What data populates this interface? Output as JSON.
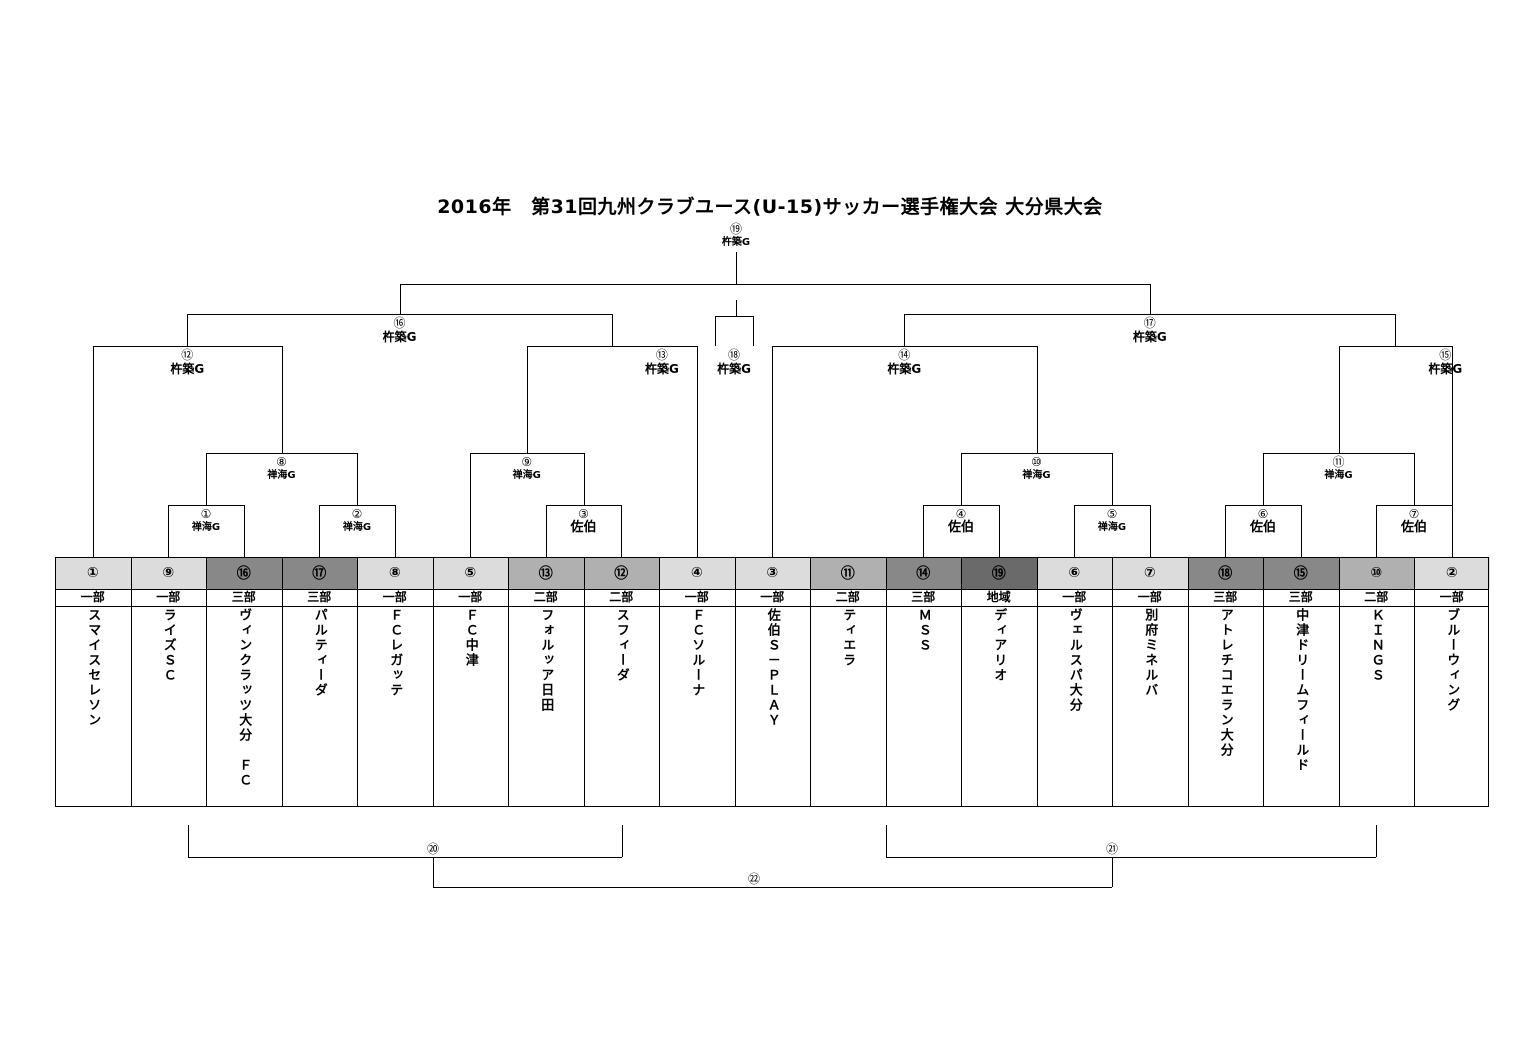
{
  "title": "2016年　第31回九州クラブユース(U-15)サッカー選手権大会 大分県大会",
  "teams": [
    {
      "seed": "①",
      "division": "一部",
      "name": "スマイスセレソン",
      "shade": "s1"
    },
    {
      "seed": "⑨",
      "division": "一部",
      "name": "ライズＳＣ",
      "shade": "s1"
    },
    {
      "seed": "⑯",
      "division": "三部",
      "name": "ヴィンクラッツ大分　ＦＣ",
      "shade": "s3"
    },
    {
      "seed": "⑰",
      "division": "三部",
      "name": "パルティーダ",
      "shade": "s3"
    },
    {
      "seed": "⑧",
      "division": "一部",
      "name": "ＦＣレガッテ",
      "shade": "s1"
    },
    {
      "seed": "⑤",
      "division": "一部",
      "name": "ＦＣ中津",
      "shade": "s1"
    },
    {
      "seed": "⑬",
      "division": "二部",
      "name": "フォルッア日田",
      "shade": "s2"
    },
    {
      "seed": "⑫",
      "division": "二部",
      "name": "スフィーダ",
      "shade": "s2"
    },
    {
      "seed": "④",
      "division": "一部",
      "name": "ＦＣソルーナ",
      "shade": "s1"
    },
    {
      "seed": "③",
      "division": "一部",
      "name": "佐伯Ｓ－ＰＬＡＹ",
      "shade": "s1"
    },
    {
      "seed": "⑪",
      "division": "二部",
      "name": "ティエラ",
      "shade": "s2"
    },
    {
      "seed": "⑭",
      "division": "三部",
      "name": "ＭＳＳ",
      "shade": "s3"
    },
    {
      "seed": "⑲",
      "division": "地域",
      "name": "ディアリオ",
      "shade": "s4"
    },
    {
      "seed": "⑥",
      "division": "一部",
      "name": "ヴェルスパ大分",
      "shade": "s1"
    },
    {
      "seed": "⑦",
      "division": "一部",
      "name": "別府ミネルバ",
      "shade": "s1"
    },
    {
      "seed": "⑱",
      "division": "三部",
      "name": "アトレチコエラン大分",
      "shade": "s3"
    },
    {
      "seed": "⑮",
      "division": "三部",
      "name": "中津ドリームフィールド",
      "shade": "s3"
    },
    {
      "seed": "⑩",
      "division": "二部",
      "name": "ＫＩＮＧＳ",
      "shade": "s2"
    },
    {
      "seed": "②",
      "division": "一部",
      "name": "ブルーウィング",
      "shade": "s1"
    }
  ],
  "matches": [
    {
      "num": "①",
      "venue": "禅海G"
    },
    {
      "num": "②",
      "venue": "禅海G"
    },
    {
      "num": "③",
      "venue": "佐伯"
    },
    {
      "num": "④",
      "venue": "佐伯"
    },
    {
      "num": "⑤",
      "venue": "禅海G"
    },
    {
      "num": "⑥",
      "venue": "佐伯"
    },
    {
      "num": "⑦",
      "venue": "佐伯"
    },
    {
      "num": "⑧",
      "venue": "禅海G"
    },
    {
      "num": "⑨",
      "venue": "禅海G"
    },
    {
      "num": "⑩",
      "venue": "禅海G"
    },
    {
      "num": "⑪",
      "venue": "禅海G"
    },
    {
      "num": "⑫",
      "venue": "杵築G"
    },
    {
      "num": "⑬",
      "venue": "杵築G"
    },
    {
      "num": "⑭",
      "venue": "杵築G"
    },
    {
      "num": "⑮",
      "venue": "杵築G"
    },
    {
      "num": "⑯",
      "venue": "杵築G"
    },
    {
      "num": "⑰",
      "venue": "杵築G"
    },
    {
      "num": "⑱",
      "venue": "杵築G"
    },
    {
      "num": "⑲",
      "venue": "杵築G"
    },
    {
      "num": "⑳",
      "venue": ""
    },
    {
      "num": "㉑",
      "venue": ""
    },
    {
      "num": "㉒",
      "venue": ""
    }
  ]
}
